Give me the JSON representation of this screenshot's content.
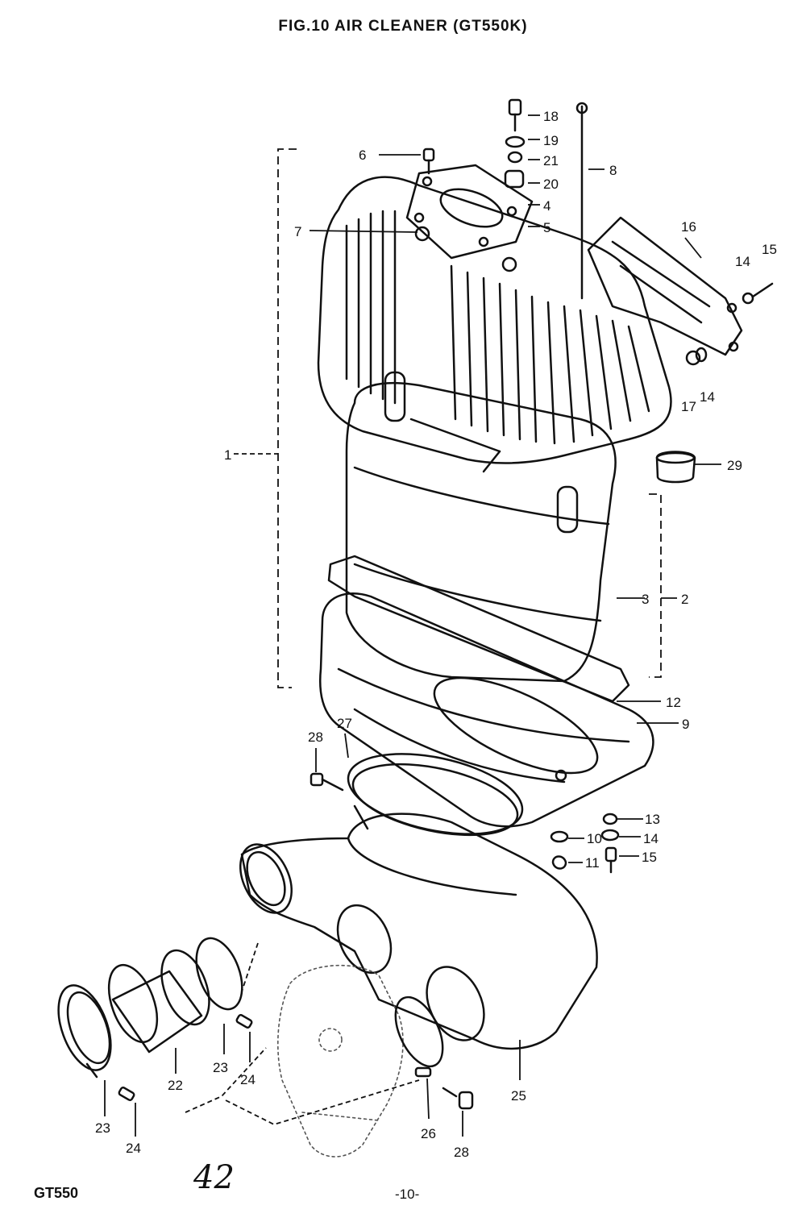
{
  "title": "FIG.10  AIR CLEANER (GT550K)",
  "footer": {
    "model": "GT550",
    "handwritten_note": "42",
    "page_number": "-10-"
  },
  "callouts": [
    {
      "id": "c18",
      "label": "18"
    },
    {
      "id": "c19",
      "label": "19"
    },
    {
      "id": "c21",
      "label": "21"
    },
    {
      "id": "c20",
      "label": "20"
    },
    {
      "id": "c6",
      "label": "6"
    },
    {
      "id": "c8",
      "label": "8"
    },
    {
      "id": "c4",
      "label": "4"
    },
    {
      "id": "c5",
      "label": "5"
    },
    {
      "id": "c7",
      "label": "7"
    },
    {
      "id": "c16",
      "label": "16"
    },
    {
      "id": "c15a",
      "label": "15"
    },
    {
      "id": "c14a",
      "label": "14"
    },
    {
      "id": "c17",
      "label": "17"
    },
    {
      "id": "c14b",
      "label": "14"
    },
    {
      "id": "c1",
      "label": "1"
    },
    {
      "id": "c29",
      "label": "29"
    },
    {
      "id": "c3",
      "label": "3"
    },
    {
      "id": "c2",
      "label": "2"
    },
    {
      "id": "c12",
      "label": "12"
    },
    {
      "id": "c9",
      "label": "9"
    },
    {
      "id": "c28a",
      "label": "28"
    },
    {
      "id": "c27",
      "label": "27"
    },
    {
      "id": "c13",
      "label": "13"
    },
    {
      "id": "c10",
      "label": "10"
    },
    {
      "id": "c14c",
      "label": "14"
    },
    {
      "id": "c11",
      "label": "11"
    },
    {
      "id": "c15b",
      "label": "15"
    },
    {
      "id": "c22",
      "label": "22"
    },
    {
      "id": "c23a",
      "label": "23"
    },
    {
      "id": "c24a",
      "label": "24"
    },
    {
      "id": "c23b",
      "label": "23"
    },
    {
      "id": "c24b",
      "label": "24"
    },
    {
      "id": "c25",
      "label": "25"
    },
    {
      "id": "c26",
      "label": "26"
    },
    {
      "id": "c28b",
      "label": "28"
    }
  ]
}
